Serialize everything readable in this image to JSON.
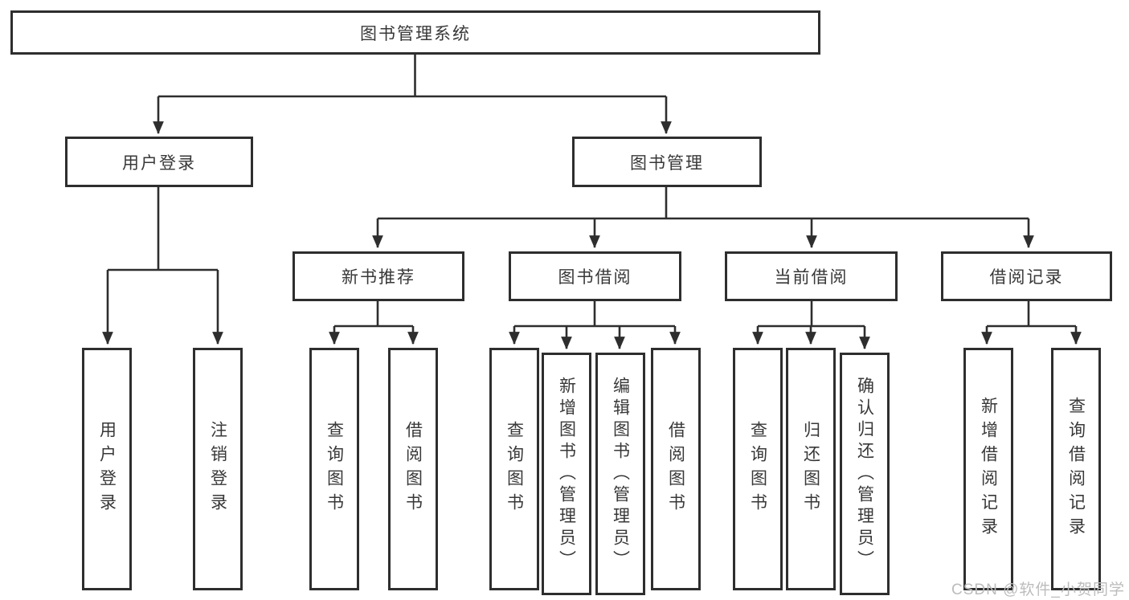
{
  "nodes": {
    "root": "图书管理系统",
    "level2": [
      "用户登录",
      "图书管理"
    ],
    "login_children": [
      "用户登录",
      "注销登录"
    ],
    "modules": [
      "新书推荐",
      "图书借阅",
      "当前借阅",
      "借阅记录"
    ],
    "new_book_children": [
      "查询图书",
      "借阅图书"
    ],
    "book_borrow_children": [
      "查询图书",
      "新增图书（管理员）",
      "编辑图书（管理员）",
      "借阅图书"
    ],
    "current_borrow_children": [
      "查询图书",
      "归还图书",
      "确认归还（管理员）"
    ],
    "borrow_record_children": [
      "新增借阅记录",
      "查询借阅记录"
    ]
  },
  "watermark": "CSDN @软件_小贺同学",
  "colors": {
    "stroke": "#2e2e2e",
    "text": "#383838",
    "watermark": "#bcbcbc",
    "background": "#ffffff"
  }
}
